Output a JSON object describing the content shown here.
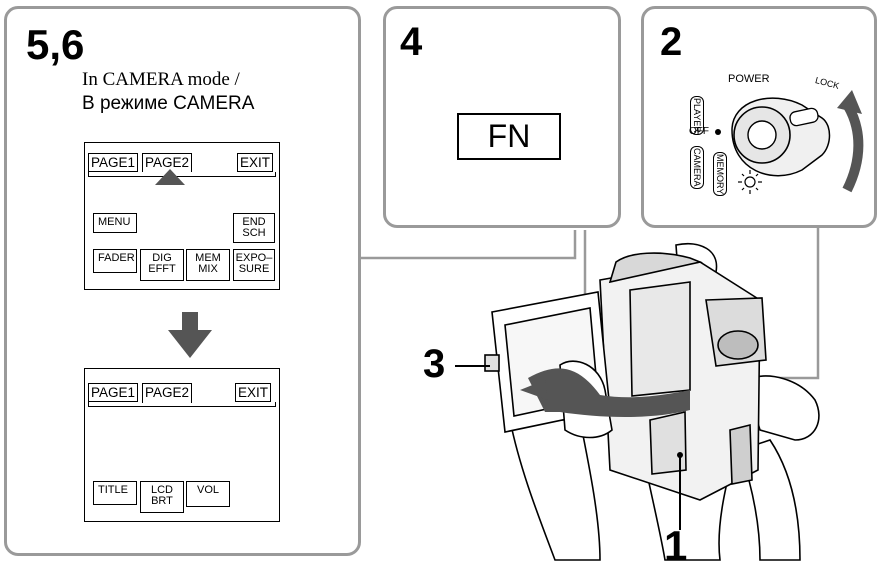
{
  "steps": {
    "panel_56": "5,6",
    "panel_4": "4",
    "panel_2": "2",
    "callout_3": "3",
    "callout_1": "1"
  },
  "caption": {
    "line1": "In CAMERA mode /",
    "line2": "В режиме CAMERA"
  },
  "screen1": {
    "tabs": [
      "PAGE1",
      "PAGE2",
      "EXIT"
    ],
    "buttons": {
      "menu": "MENU",
      "end_sch": "END\nSCH",
      "fader": "FADER",
      "dig_efft": "DIG\nEFFT",
      "mem_mix": "MEM\nMIX",
      "exposure": "EXPO–\nSURE"
    }
  },
  "screen2": {
    "tabs": [
      "PAGE1",
      "PAGE2",
      "EXIT"
    ],
    "buttons": {
      "title": "TITLE",
      "lcd_brt": "LCD\nBRT",
      "vol": "VOL"
    }
  },
  "fn_button": "FN",
  "power_switch": {
    "power": "POWER",
    "lock": "LOCK",
    "player": "PLAYER",
    "off": "OFF",
    "camera": "CAMERA",
    "memory": "MEMORY"
  },
  "colors": {
    "panel_border": "#9a9a9a",
    "arrow": "#555555"
  }
}
